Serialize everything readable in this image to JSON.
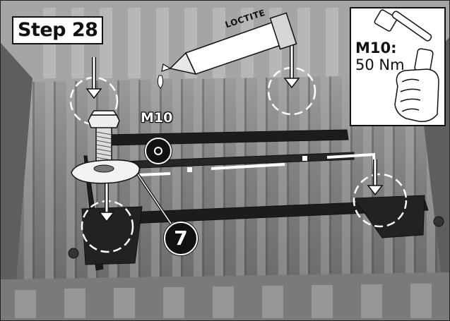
{
  "step_title": "Step 28",
  "bolt_label": "M10",
  "part_callout": "7",
  "torque": {
    "bolt": "M10:",
    "value": "50 Nm"
  },
  "adhesive_label": "LOCTITE",
  "icons": {
    "tube": "threadlocker-tube-icon",
    "wrench": "torque-wrench-icon",
    "bolt": "hex-bolt-icon",
    "washer": "washer-plate-icon",
    "bolt_type": "bolt-symbol-icon"
  },
  "colors": {
    "ink": "#111111",
    "highlight": "#ffffff",
    "photo_gray": "#8a8a8a"
  }
}
